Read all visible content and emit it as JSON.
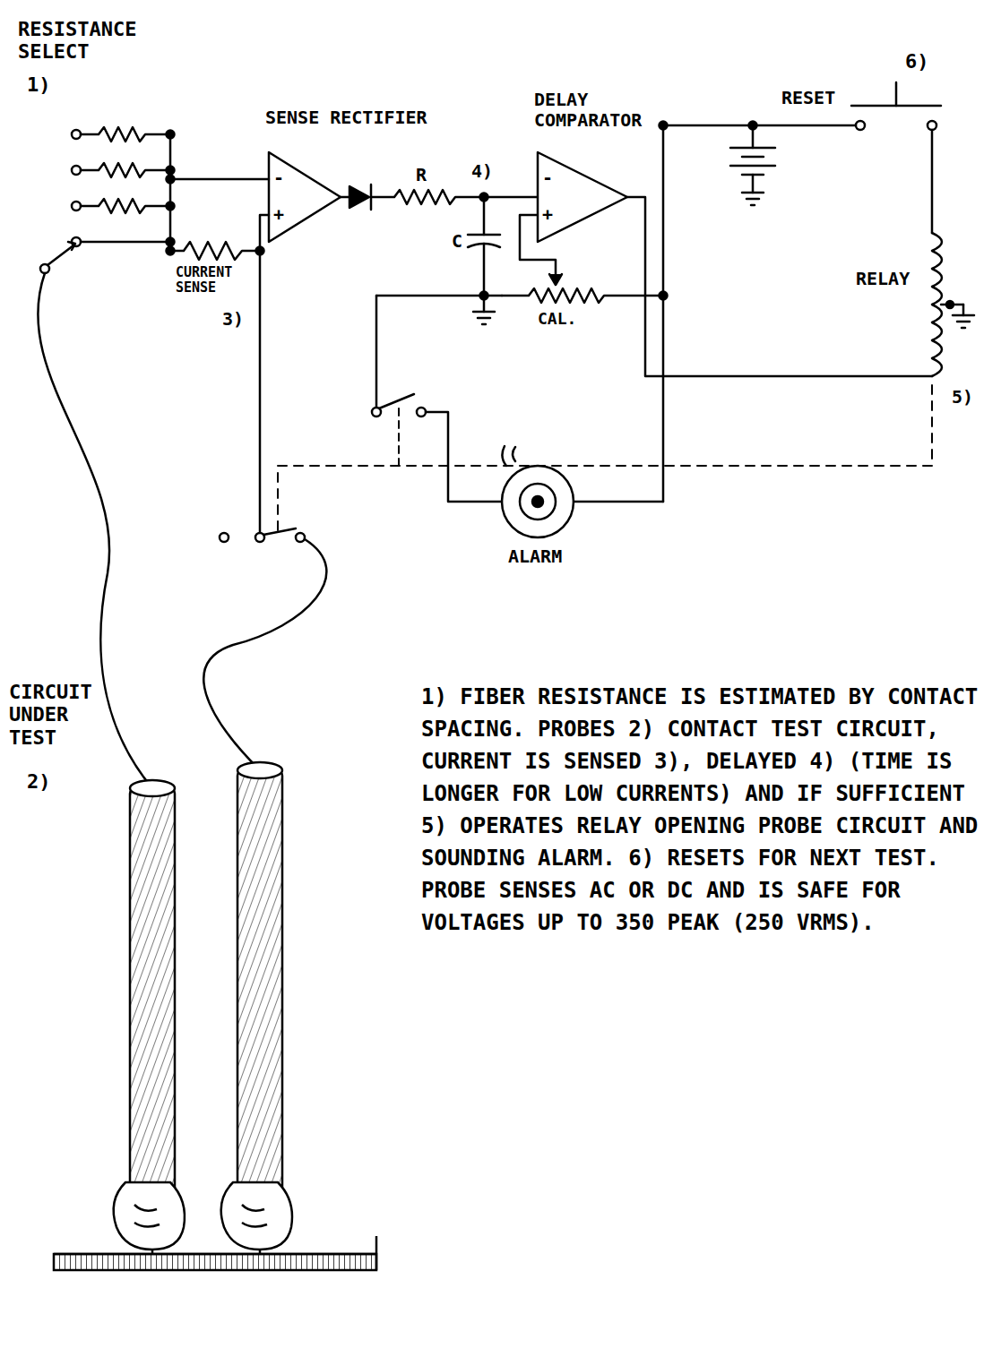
{
  "diagram": {
    "labels": [
      "RESISTANCE SELECT",
      "1)",
      "CURRENT SENSE",
      "3)",
      "SENSE RECTIFIER",
      "-",
      "+",
      "R",
      "C",
      "4)",
      "DELAY COMPARATOR",
      "-",
      "+",
      "CAL.",
      "ALARM",
      "RESET",
      "6)",
      "RELAY",
      "5)",
      "CIRCUIT UNDER TEST",
      "2)",
      "1) FIBER RESISTANCE IS ESTIMATED BY CONTACT SPACING. PROBES 2) CONTACT TEST CIRCUIT, CURRENT IS SENSED 3), DELAYED 4) (TIME IS LONGER FOR LOW CURRENTS) AND IF SUFFICIENT 5) OPERATES RELAY OPENING PROBE CIRCUIT AND SOUNDING ALARM. 6) RESETS FOR NEXT TEST. PROBE SENSES AC OR DC AND IS SAFE FOR VOLTAGES UP TO 350 PEAK (250 VRMS)."
    ]
  }
}
